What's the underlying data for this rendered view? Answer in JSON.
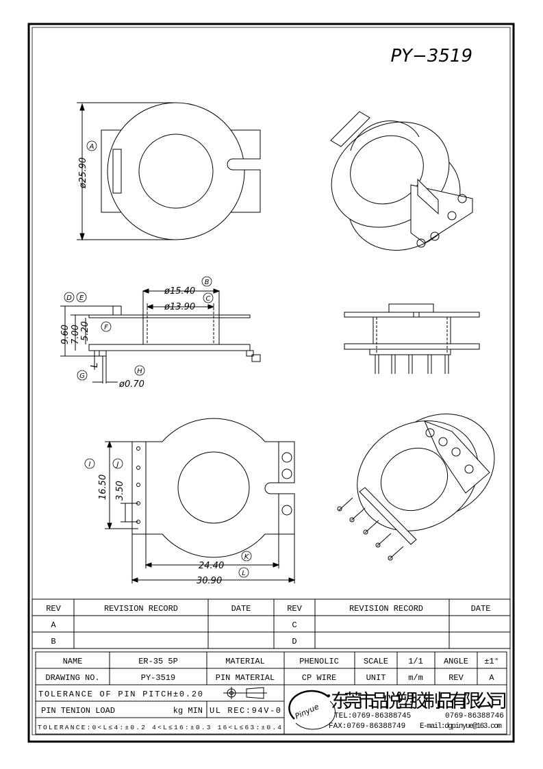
{
  "drawing": {
    "part_number": "PY−3519",
    "top_view": {
      "balloon": "A",
      "dim": "ø25.90"
    },
    "side_view": {
      "balloons": [
        "B",
        "C",
        "D",
        "E",
        "F",
        "G",
        "H"
      ],
      "dim_b": "ø15.40",
      "dim_c": "ø13.90",
      "dim_d": "9.60",
      "dim_e": "7.00",
      "dim_f": "5.20",
      "dim_g": "L",
      "dim_h": "ø0.70"
    },
    "bottom_view": {
      "balloons": [
        "I",
        "J",
        "K",
        "L"
      ],
      "dim_i": "16.50",
      "dim_j": "3.50",
      "dim_k": "24.40",
      "dim_l": "30.90"
    }
  },
  "revision_table": {
    "headers": [
      "REV",
      "REVISION RECORD",
      "DATE",
      "REV",
      "REVISION RECORD",
      "DATE"
    ],
    "rows": [
      [
        "A",
        "",
        "",
        "C",
        "",
        ""
      ],
      [
        "B",
        "",
        "",
        "D",
        "",
        ""
      ]
    ]
  },
  "title_block": {
    "name_label": "NAME",
    "name_value": "ER-35 5P",
    "material_label": "MATERIAL",
    "material_value": "PHENOLIC",
    "scale_label": "SCALE",
    "scale_value": "1/1",
    "angle_label": "ANGLE",
    "angle_value": "±1°",
    "drawing_no_label": "DRAWING NO.",
    "drawing_no_value": "PY-3519",
    "pin_material_label": "PIN MATERIAL",
    "pin_material_value": "CP WIRE",
    "unit_label": "UNIT",
    "unit_value": "m/m",
    "rev_label": "REV",
    "rev_value": "A",
    "pin_pitch_tolerance": "TOLERANCE OF PIN PITCH±0.20",
    "pin_tension_label": "PIN TENION LOAD",
    "pin_tension_unit": "kg MIN",
    "ul_rec": "UL REC:94V-0",
    "tolerance": "TOLERANCE:0<L≤4:±0.2  4<L≤16:±0.3  16<L≤63:±0.4",
    "company_name": "东莞市品悦塑胶制品有限公司",
    "logo_text": "Pinyue",
    "tel": "TEL:0769-86388745",
    "tel2": "0769-86388746",
    "fax": "FAX:0769-86388749",
    "email": "E-mail:dgpinyue@163.com"
  }
}
